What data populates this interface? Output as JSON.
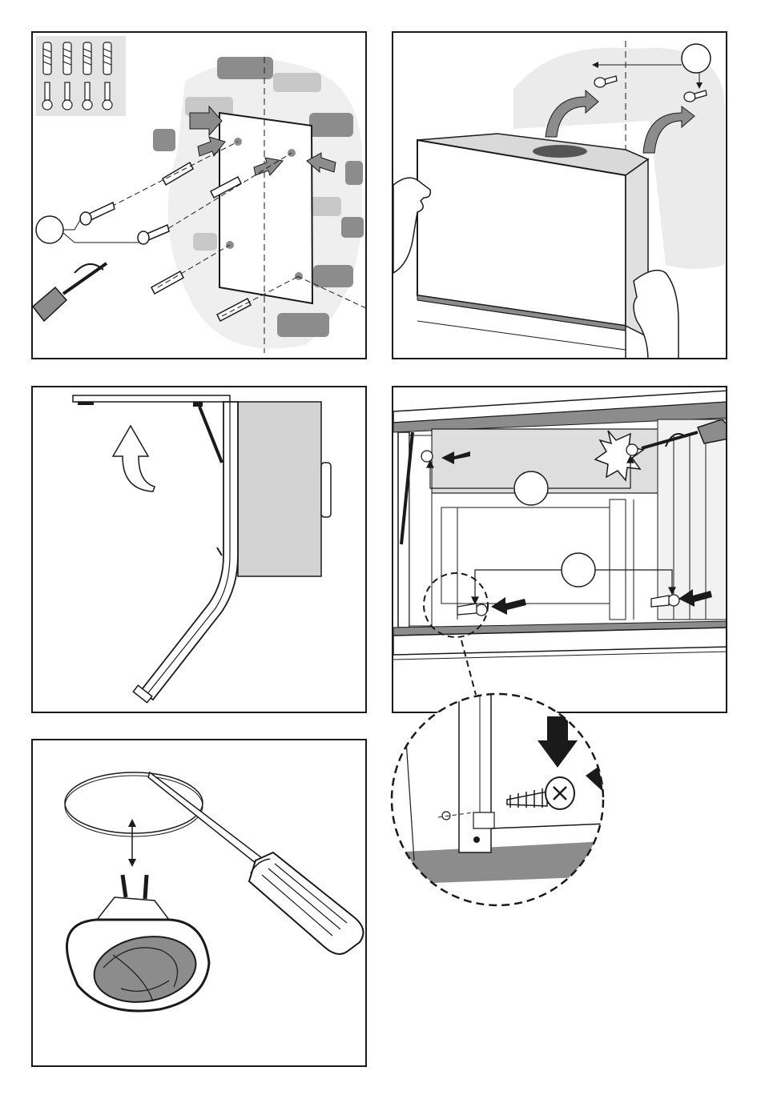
{
  "page": {
    "panels": [
      {
        "step": "wall-mounting",
        "icons": [
          "wall-plug-icon",
          "screw-icon",
          "screwdriver-icon",
          "template-icon"
        ]
      },
      {
        "step": "hang-hood",
        "icons": [
          "screw-icon",
          "hand-icon",
          "curved-arrow-icon"
        ]
      },
      {
        "step": "open-panel",
        "icons": [
          "curved-arrow-icon",
          "gas-strut-icon"
        ]
      },
      {
        "step": "fix-screws",
        "icons": [
          "screw-icon",
          "screwdriver-icon",
          "arrow-icon"
        ]
      },
      {
        "step": "replace-lamp",
        "icons": [
          "halogen-lamp-icon",
          "screwdriver-icon",
          "lamp-cover-icon"
        ]
      }
    ],
    "colors": {
      "line": "#1a1a1a",
      "gray": "#8c8c8c",
      "light_gray": "#d9d9d9",
      "wall_gray": "#b8b8b8",
      "shadow": "#e9e9e9"
    }
  }
}
